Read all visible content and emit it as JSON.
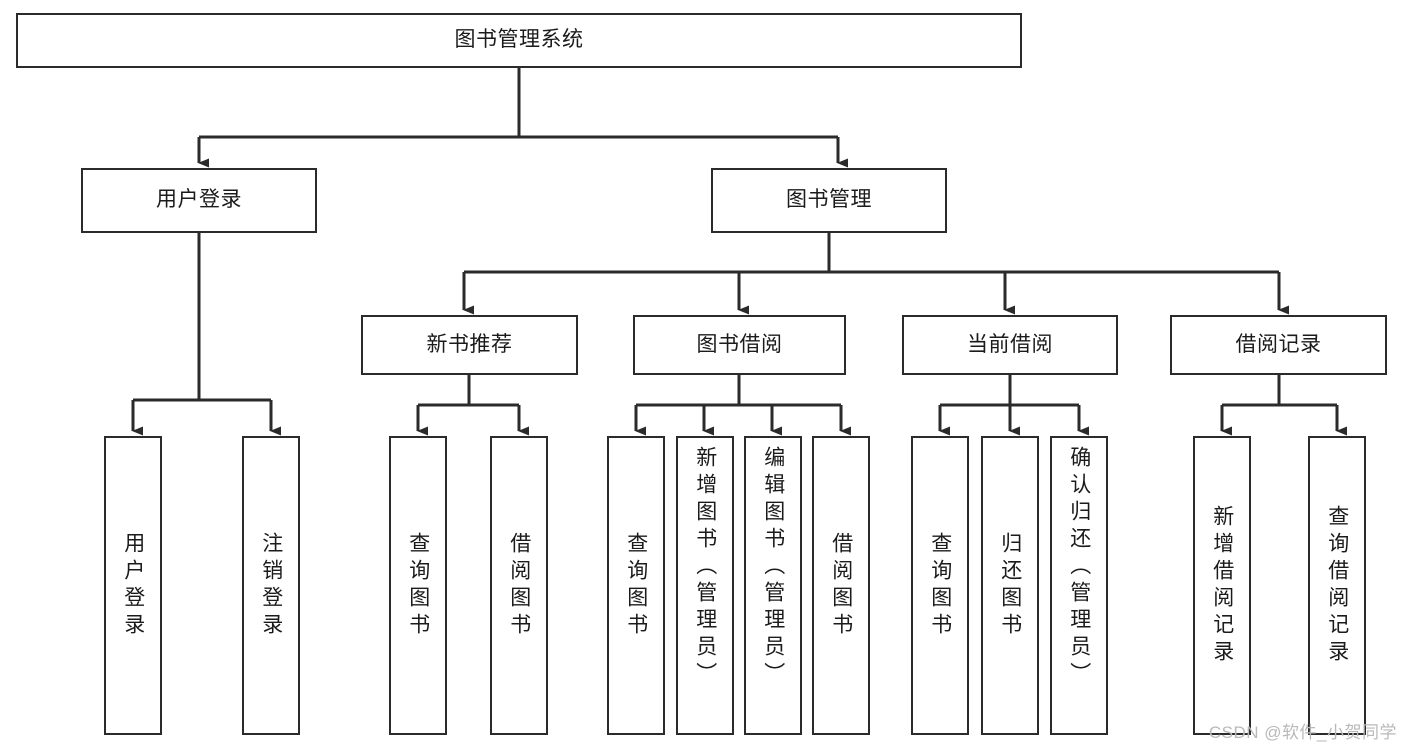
{
  "diagram": {
    "title": "图书管理系统",
    "type": "tree-hierarchy",
    "watermark": "CSDN @软件_小贺同学",
    "colors": {
      "box_border": "#2b2b2b",
      "box_fill": "#ffffff",
      "connector": "#2b2b2b",
      "text": "#1b1b1b",
      "watermark": "#b9b9b9",
      "background": "#ffffff"
    },
    "levels": {
      "root": {
        "label": "图书管理系统"
      },
      "level2": [
        {
          "label": "用户登录"
        },
        {
          "label": "图书管理"
        }
      ],
      "level3": [
        {
          "label": "新书推荐"
        },
        {
          "label": "图书借阅"
        },
        {
          "label": "当前借阅"
        },
        {
          "label": "借阅记录"
        }
      ],
      "leaves": [
        {
          "label": "用户登录"
        },
        {
          "label": "注销登录"
        },
        {
          "label": "查询图书"
        },
        {
          "label": "借阅图书"
        },
        {
          "label": "查询图书"
        },
        {
          "label": "新增图书（管理员）"
        },
        {
          "label": "编辑图书（管理员）"
        },
        {
          "label": "借阅图书"
        },
        {
          "label": "查询图书"
        },
        {
          "label": "归还图书"
        },
        {
          "label": "确认归还（管理员）"
        },
        {
          "label": "新增借阅记录"
        },
        {
          "label": "查询借阅记录"
        }
      ]
    },
    "tree": {
      "name": "图书管理系统",
      "children": [
        {
          "name": "用户登录",
          "children": [
            {
              "name": "用户登录"
            },
            {
              "name": "注销登录"
            }
          ]
        },
        {
          "name": "图书管理",
          "children": [
            {
              "name": "新书推荐",
              "children": [
                {
                  "name": "查询图书"
                },
                {
                  "name": "借阅图书"
                }
              ]
            },
            {
              "name": "图书借阅",
              "children": [
                {
                  "name": "查询图书"
                },
                {
                  "name": "新增图书（管理员）"
                },
                {
                  "name": "编辑图书（管理员）"
                },
                {
                  "name": "借阅图书"
                }
              ]
            },
            {
              "name": "当前借阅",
              "children": [
                {
                  "name": "查询图书"
                },
                {
                  "name": "归还图书"
                },
                {
                  "name": "确认归还（管理员）"
                }
              ]
            },
            {
              "name": "借阅记录",
              "children": [
                {
                  "name": "新增借阅记录"
                },
                {
                  "name": "查询借阅记录"
                }
              ]
            }
          ]
        }
      ]
    }
  }
}
